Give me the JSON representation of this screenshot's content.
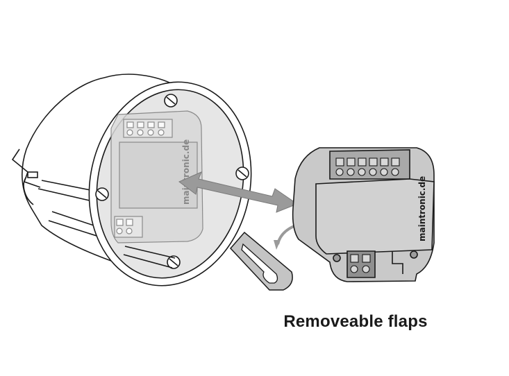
{
  "diagram": {
    "caption": "Removeable flaps",
    "module_brand": "maintronic.de",
    "box_brand": "maintronic.de",
    "colors": {
      "outline": "#1a1a1a",
      "module_fill": "#c9c9c9",
      "module_dark": "#9c9c9c",
      "box_inner": "#dcdcdc",
      "arrow": "#9a9a9a",
      "flap": "#c4c4c4"
    }
  }
}
